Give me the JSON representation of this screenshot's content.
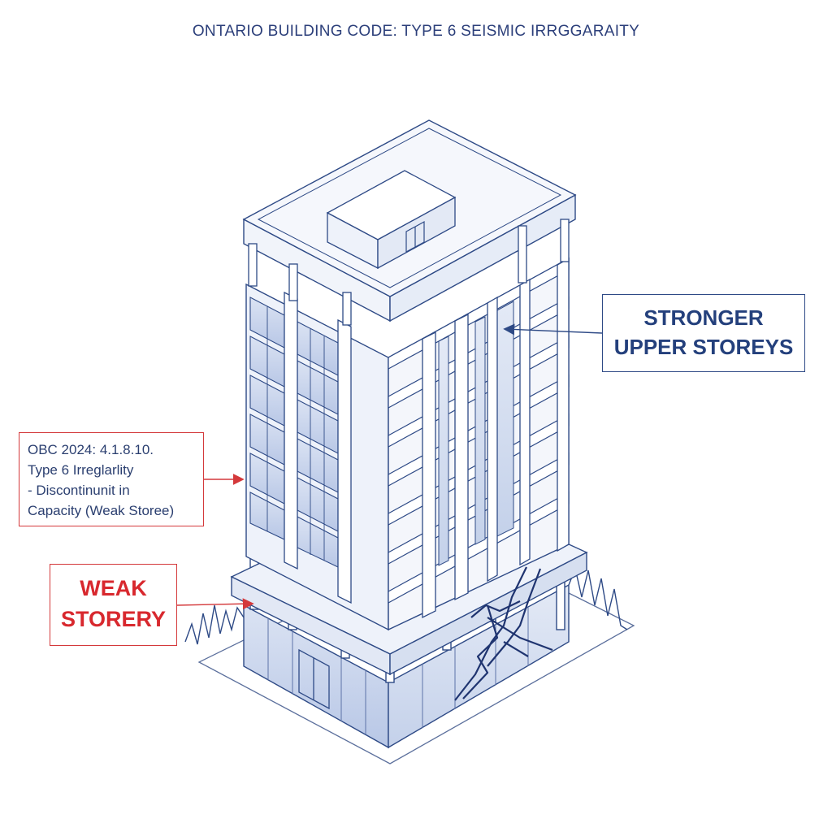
{
  "title": "ONTARIO BUILDING CODE: TYPE 6 SEISMIC IRRGGARAITY",
  "callouts": {
    "stronger": {
      "line1": "STRONGER",
      "line2": "UPPER STOREYS"
    },
    "code_ref": {
      "line1": "OBC 2024: 4.1.8.10.",
      "line2": "Type 6 Irreglarlity",
      "line3": "- Discontinunit in",
      "line4": "Capacity (Weak Storee)"
    },
    "weak": {
      "line1": "WEAK",
      "line2": "STORERY"
    }
  },
  "colors": {
    "line_blue": "#2e4a86",
    "glass_blue": "#c9d5ec",
    "accent_red": "#d4393b",
    "crack": "#1f3470"
  }
}
